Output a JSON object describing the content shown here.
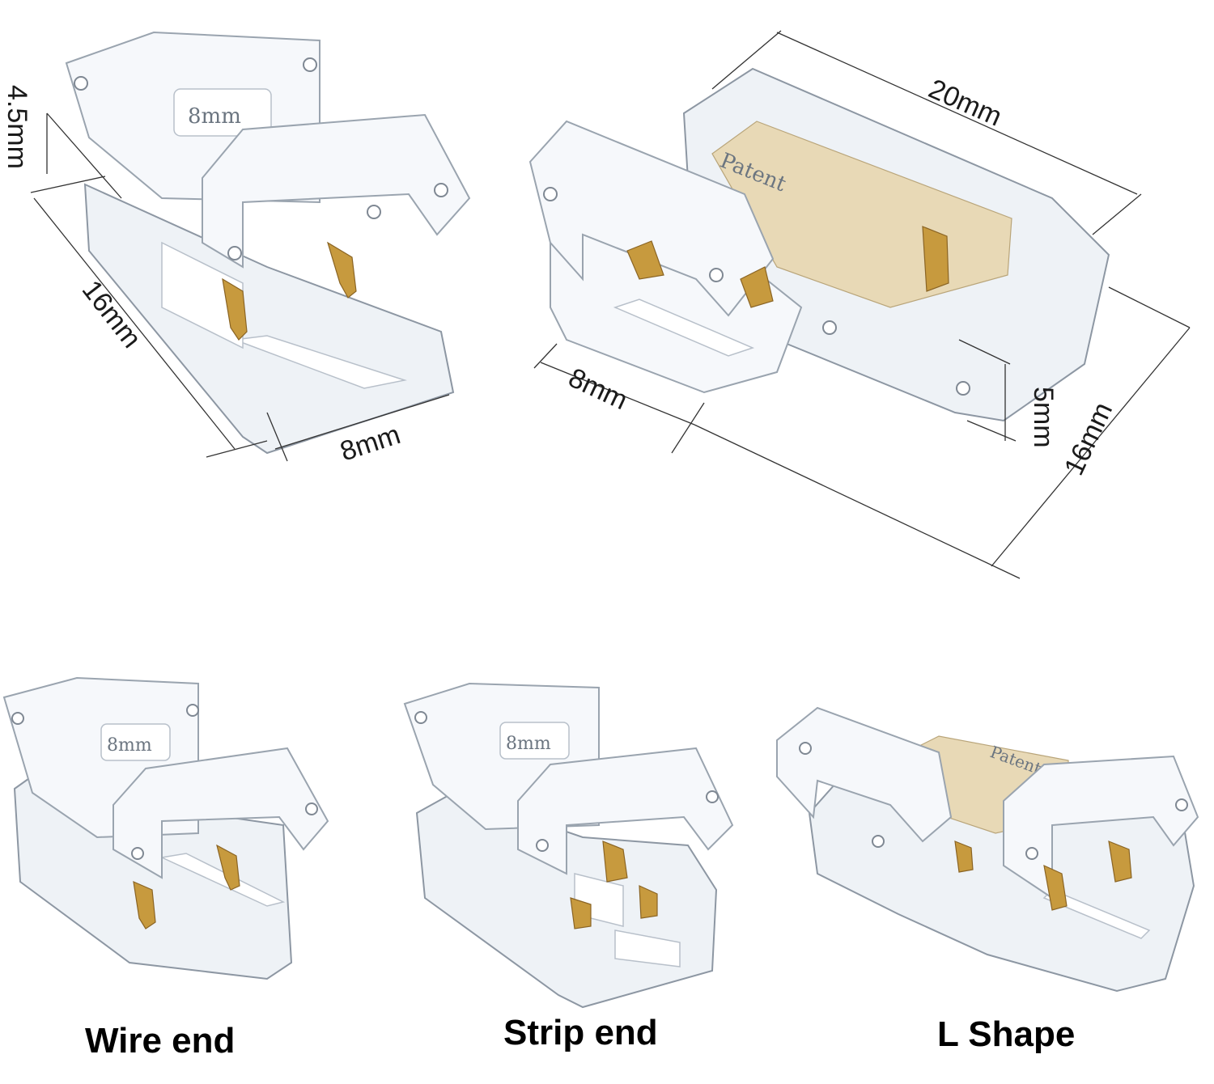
{
  "dimensions": {
    "top_left": {
      "height": "4.5mm",
      "length": "16mm",
      "width": "8mm"
    },
    "top_right": {
      "length": "20mm",
      "width": "8mm",
      "depth": "5mm",
      "height": "16mm"
    }
  },
  "connector_markings": {
    "size_mark": "8mm",
    "patent_mark": "Patent"
  },
  "labels": {
    "wire_end": "Wire end",
    "strip_end": "Strip end",
    "l_shape": "L Shape"
  }
}
